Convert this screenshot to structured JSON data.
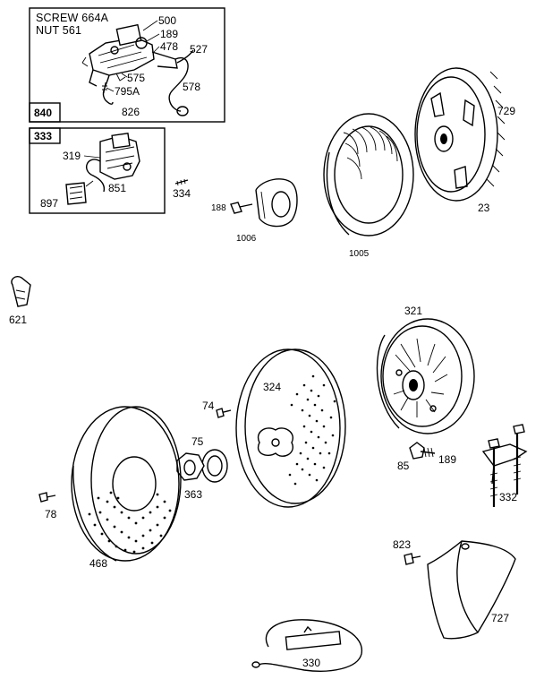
{
  "parts": {
    "inset_top": {
      "caption_line1": "SCREW 664A",
      "caption_line2": "NUT 561",
      "box_number": "840",
      "labels": [
        "500",
        "189",
        "478",
        "527",
        "575",
        "795A",
        "578",
        "826"
      ]
    },
    "inset_mid": {
      "box_number": "333",
      "labels": [
        "319",
        "851",
        "897"
      ]
    },
    "upper_row": [
      "334",
      "188",
      "1006",
      "1005",
      "729",
      "23"
    ],
    "left_edge": [
      "621"
    ],
    "middle_row": [
      "321",
      "74",
      "324",
      "75",
      "85",
      "189",
      "363",
      "332",
      "78",
      "468"
    ],
    "bottom_row": [
      "823",
      "727",
      "330"
    ]
  }
}
